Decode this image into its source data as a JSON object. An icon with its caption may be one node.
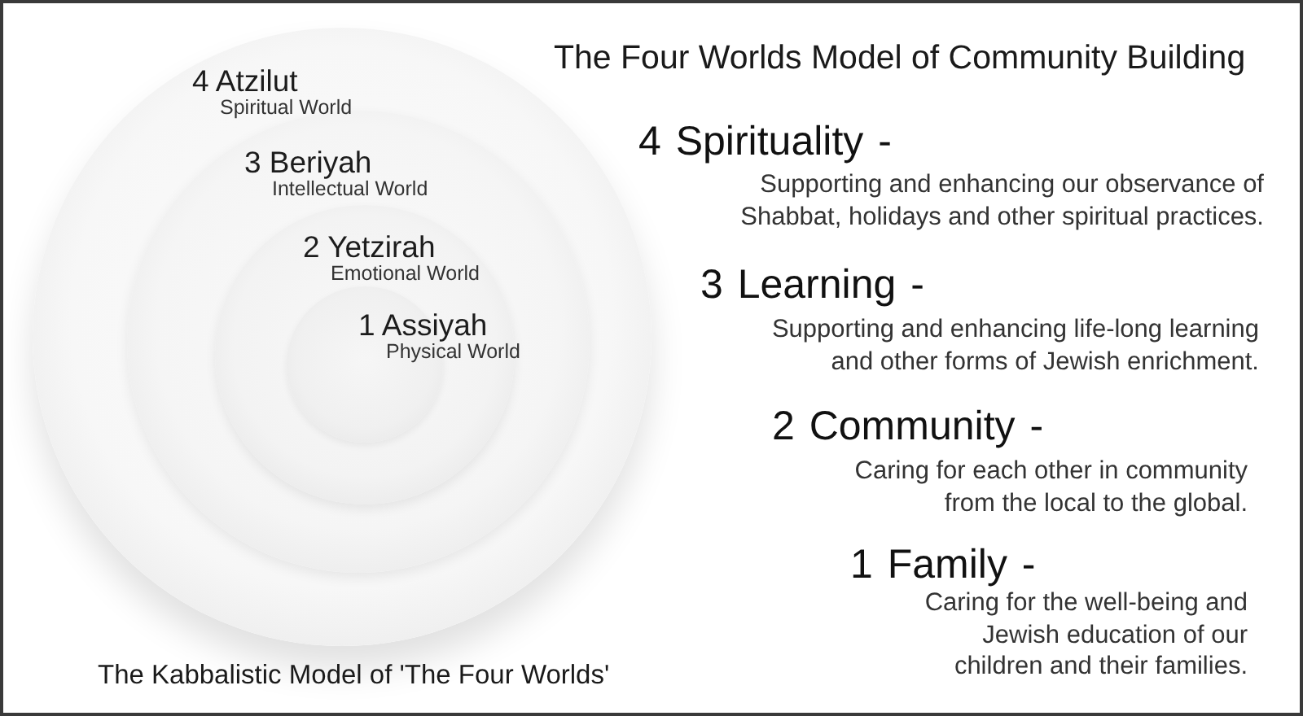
{
  "diagram": {
    "title": "The Four Worlds Model of Community Building",
    "caption": "The Kabbalistic Model of 'The Four Worlds'",
    "nodes": [
      {
        "text": [
          "4 Atzilut",
          "Spiritual World"
        ]
      },
      {
        "text": [
          "3 Beriyah",
          "Intellectual World"
        ],
        "in": 0
      },
      {
        "text": [
          "2 Yetzirah",
          "Emotional World"
        ],
        "in": 1
      },
      {
        "text": [
          "1 Assiyah",
          "Physical World"
        ],
        "in": 2
      }
    ],
    "labels": [
      "4 Spirituality -",
      "Supporting and enhancing our observance of Shabbat, holidays and other spiritual practices.",
      "3 Learning -",
      "Supporting and enhancing life-long learning and other forms of Jewish enrichment.",
      "2 Community -",
      "Caring for each other in community from the local to the global.",
      "1 Family -",
      "Caring for the well-being and Jewish education of our children and their families."
    ]
  }
}
